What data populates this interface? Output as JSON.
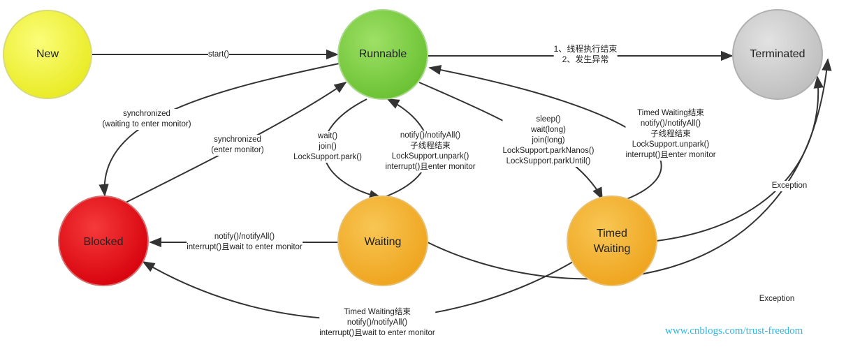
{
  "states": {
    "new": {
      "label": "New",
      "color": "#f2f53a"
    },
    "runnable": {
      "label": "Runnable",
      "color": "#7fcf45"
    },
    "terminated": {
      "label": "Terminated",
      "color": "#cfcfcf"
    },
    "blocked": {
      "label": "Blocked",
      "color": "#e8101a"
    },
    "waiting": {
      "label": "Waiting",
      "color": "#f4b12a"
    },
    "timed_waiting": {
      "label": "Timed\nWaiting",
      "label_line1": "Timed",
      "label_line2": "Waiting",
      "color": "#f4b12a"
    }
  },
  "transitions": {
    "new_runnable": [
      "start()"
    ],
    "runnable_terminated": [
      "1、线程执行结束",
      "2、发生异常"
    ],
    "runnable_blocked": [
      "synchronized",
      "(waiting to enter monitor)"
    ],
    "blocked_runnable": [
      "synchronized",
      "(enter monitor)"
    ],
    "runnable_waiting": [
      "wait()",
      "join()",
      "LockSupport.park()"
    ],
    "waiting_runnable": [
      "notify()/notifyAll()",
      "子线程结束",
      "LockSupport.unpark()",
      "interrupt()且enter monitor"
    ],
    "runnable_timed": [
      "sleep()",
      "wait(long)",
      "join(long)",
      "LockSupport.parkNanos()",
      "LockSupport.parkUntil()"
    ],
    "timed_runnable": [
      "Timed Waiting结束",
      "notify()/notifyAll()",
      "子线程结束",
      "LockSupport.unpark()",
      "interrupt()且enter monitor"
    ],
    "waiting_blocked": [
      "notify()/notifyAll()",
      "interrupt()且wait to enter monitor"
    ],
    "timed_blocked": [
      "Timed Waiting结束",
      "notify()/notifyAll()",
      "interrupt()且wait to enter monitor"
    ],
    "timed_terminated": [
      "Exception"
    ],
    "waiting_terminated": [
      "Exception"
    ]
  },
  "credit": "www.cnblogs.com/trust-freedom"
}
